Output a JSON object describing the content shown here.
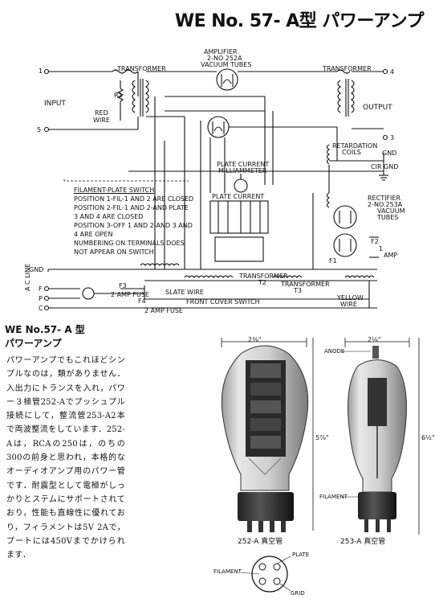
{
  "header": {
    "title": "WE No. 57- A型 パワーアンプ"
  },
  "schematic": {
    "terminals": {
      "t1": "1",
      "t5": "5",
      "t4": "4",
      "t3": "3",
      "gnd": "GND",
      "cir_gnd": "CIR GND",
      "gnd_left": "GND",
      "f": "F",
      "p": "P",
      "c": "C"
    },
    "labels": {
      "transformer_in": "TRANSFORMER",
      "amplifier": "AMPLIFIER",
      "amplifier_tubes": "2-NO 252A",
      "amplifier_tubes2": "VACUUM TUBES",
      "transformer_out": "TRANSFORMER",
      "input": "INPUT",
      "output": "OUTPUT",
      "r1": "R1",
      "red_wire": "RED",
      "red_wire2": "WIRE",
      "retardation": "RETARDATION",
      "coils": "COILS",
      "plate_current_mil": "PLATE CURRENT",
      "milliammeter": "MILLIAMMETER",
      "plate_current": "PLATE CURRENT",
      "rectifier": "RECTIFIER",
      "rectifier_tubes": "2-NO.253A",
      "rectifier_tubes2": "VACUUM",
      "rectifier_tubes3": "TUBES",
      "f2": "F2",
      "f1": "F1",
      "amp_fuse_f": "1",
      "amp_fuse_f2": "AMP",
      "transformer_t2": "TRANSFORMER",
      "t2": "T2",
      "transformer_t3": "TRANSFORMER",
      "t3": "T3",
      "f3": "F3",
      "amp_fuse_2": "2 AMP FUSE",
      "slate_wire": "SLATE WIRE",
      "f4": "F4",
      "amp_fuse_2b": "2 AMP FUSE",
      "front_cover": "FRONT COVER SWITCH",
      "ac_line": "A C LINE",
      "yellow_wire": "YELLOW",
      "yellow_wire2": "WIRE"
    },
    "switch_note": [
      "FILAMENT-PLATE SWITCH",
      "POSITION 1-FIL-1 AND 2 ARE CLOSED",
      "POSITION 2-FIL-1 AND 2-AND PLATE",
      "3 AND 4 ARE CLOSED",
      "POSITION 3-OFF 1 AND 2-AND 3 AND",
      "4 ARE OPEN",
      "NUMBERING ON TERMINALS DOES",
      "NOT APPEAR ON SWITCH"
    ]
  },
  "article": {
    "title": "WE No.57- A 型",
    "subtitle": "パワーアンプ",
    "body": "パワーアンプでもこれほどシンプルなのは，類がありません．入出力にトランスを入れ，パワー３極管252-Aでプッシュプル接続にして，整流管253-A2本で両波整流をしています．252-Aは，RCAの250は，のちの300の前身と思われ，本格的なオーディオアンプ用のパワー管です．耐震型として電極がしっかりとステムにサポートされており，性能も直線性に優れており，フィラメントは5V 2Aで，プートには450Vまでかけられます．"
  },
  "figures": {
    "tube1_caption": "252-A 真空管",
    "tube2_caption": "253-A 真空管",
    "dim_top1": "2⅜\"",
    "dim_side1": "5⅞\"",
    "dim_top2": "2⅛\"",
    "dim_side2": "6½\"",
    "anode": "ANODE",
    "filament_lbl": "FILAMENT",
    "base_plate": "PLATE",
    "base_filament": "FILAMENT",
    "base_grid": "GRID"
  }
}
